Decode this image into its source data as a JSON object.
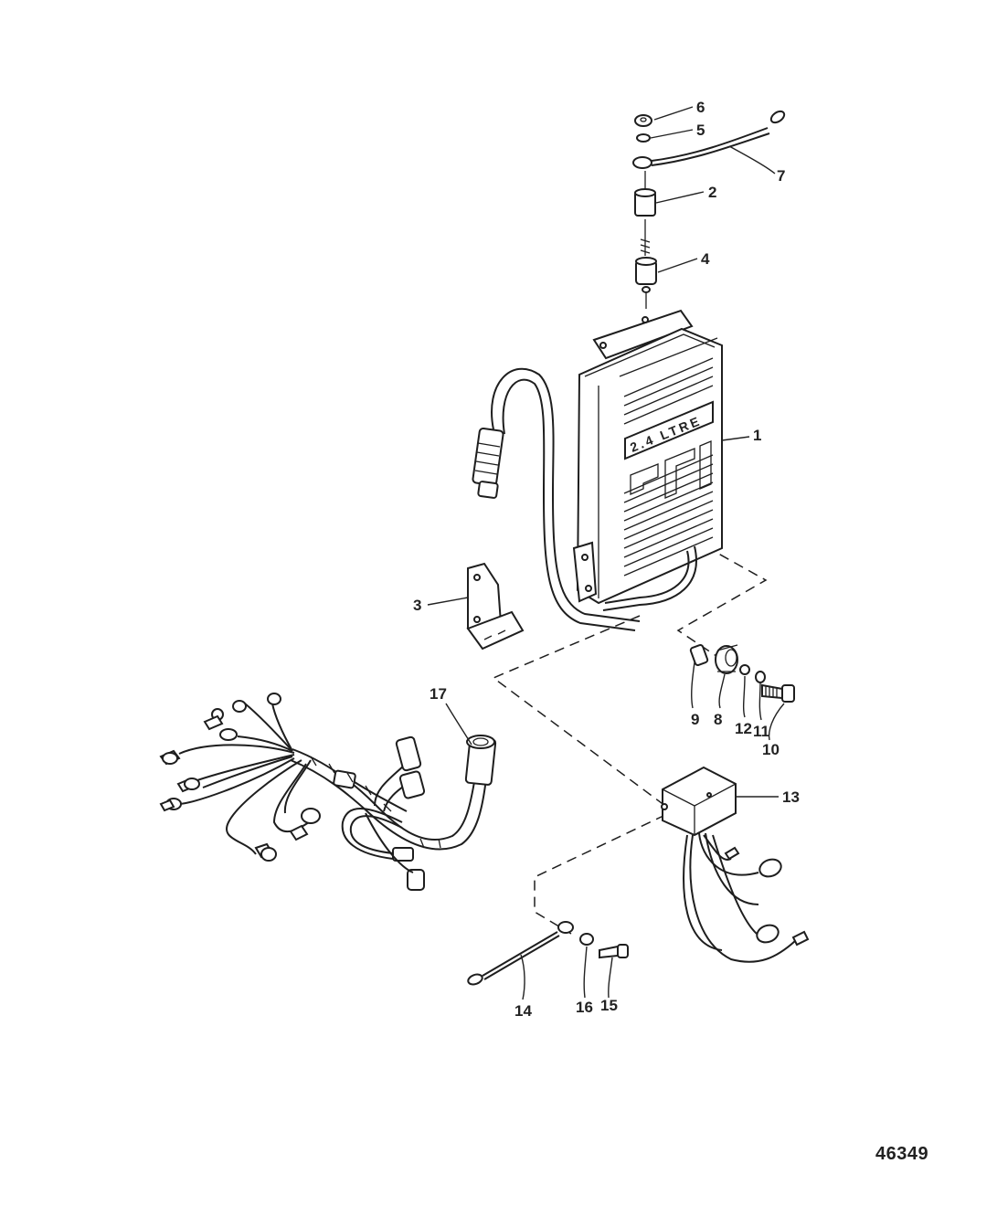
{
  "callouts": {
    "c1": "1",
    "c2": "2",
    "c3": "3",
    "c4": "4",
    "c5": "5",
    "c6": "6",
    "c7": "7",
    "c8": "8",
    "c9": "9",
    "c10": "10",
    "c11": "11",
    "c12": "12",
    "c13": "13",
    "c14": "14",
    "c15": "15",
    "c16": "16",
    "c17": "17"
  },
  "module_lettering": "2.4 LTRE",
  "drawing_number": "46349"
}
